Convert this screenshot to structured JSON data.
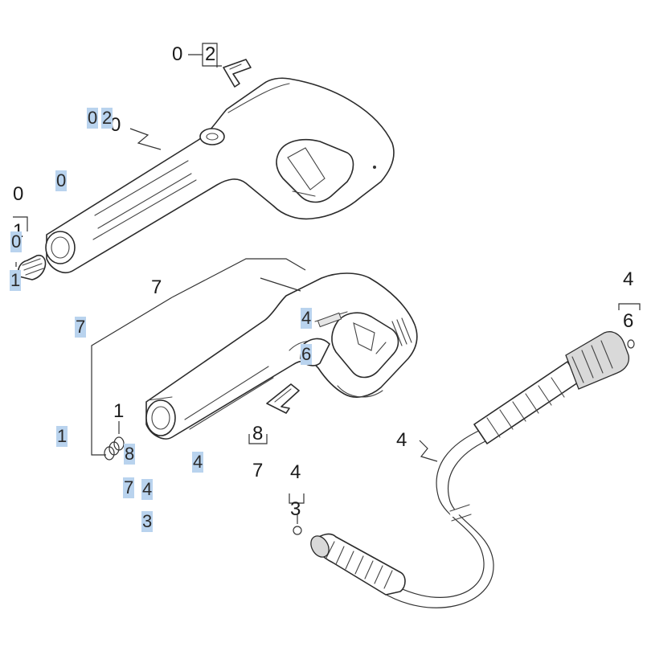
{
  "colors": {
    "highlight": "#b9d3ee",
    "ink": "#1a1a1a",
    "line": "#2b2b2b"
  },
  "callouts": [
    {
      "id": "top-0",
      "text": "0"
    },
    {
      "id": "top-2",
      "text": "2"
    },
    {
      "id": "left-0",
      "text": "0"
    },
    {
      "id": "left-1",
      "text": "1"
    },
    {
      "id": "handle-0",
      "text": "0"
    },
    {
      "id": "lower-7",
      "text": "7"
    },
    {
      "id": "spring-1",
      "text": "1"
    },
    {
      "id": "clip-8",
      "text": "8"
    },
    {
      "id": "clip-7",
      "text": "7"
    },
    {
      "id": "nut-4",
      "text": "4"
    },
    {
      "id": "nut-3",
      "text": "3"
    },
    {
      "id": "hose-4",
      "text": "4"
    },
    {
      "id": "right-4",
      "text": "4"
    },
    {
      "id": "right-6",
      "text": "6"
    }
  ],
  "highlights": [
    {
      "id": "hl-0-a",
      "text": "0"
    },
    {
      "id": "hl-2-a",
      "text": "2"
    },
    {
      "id": "hl-0-b",
      "text": "0"
    },
    {
      "id": "hl-0-c",
      "text": "0"
    },
    {
      "id": "hl-1-a",
      "text": "1"
    },
    {
      "id": "hl-7-a",
      "text": "7"
    },
    {
      "id": "hl-4-a",
      "text": "4"
    },
    {
      "id": "hl-6-a",
      "text": "6"
    },
    {
      "id": "hl-1-b",
      "text": "1"
    },
    {
      "id": "hl-8-a",
      "text": "8"
    },
    {
      "id": "hl-4-b",
      "text": "4"
    },
    {
      "id": "hl-7-b",
      "text": "7"
    },
    {
      "id": "hl-4-c",
      "text": "4"
    },
    {
      "id": "hl-3-a",
      "text": "3"
    }
  ]
}
